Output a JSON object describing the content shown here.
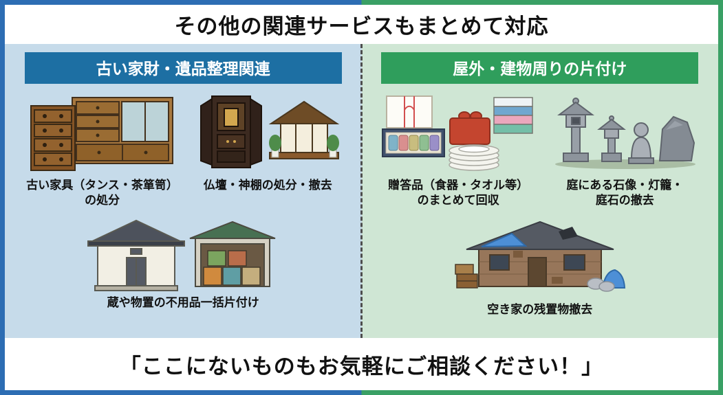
{
  "title": "その他の関連サービスもまとめて対応",
  "footer": "「ここにないものもお気軽にご相談ください！」",
  "left_panel": {
    "title": "古い家財・遺品整理関連",
    "items": [
      {
        "icon": "old-furniture-icon",
        "label": "古い家具（タンス・茶箪笥）\nの処分"
      },
      {
        "icon": "butsudan-kamidana-icon",
        "label": "仏壇・神棚の処分・撤去"
      },
      {
        "icon": "storehouse-shed-icon",
        "label": "蔵や物置の不用品一括片付け"
      }
    ]
  },
  "right_panel": {
    "title": "屋外・建物周りの片付け",
    "items": [
      {
        "icon": "gift-items-icon",
        "label": "贈答品（食器・タオル等）\nのまとめて回収"
      },
      {
        "icon": "stone-garden-icon",
        "label": "庭にある石像・灯籠・\n庭石の撤去"
      },
      {
        "icon": "abandoned-house-icon",
        "label": "空き家の残置物撤去"
      }
    ]
  },
  "colors": {
    "border_left": "#2d6db3",
    "border_right": "#3aa065",
    "left_panel_bg": "#c6dbea",
    "right_panel_bg": "#cfe6d4",
    "left_header_bg": "#1d6fa3",
    "right_header_bg": "#2f9e5c",
    "banner_bg": "#ffffff",
    "text": "#111111"
  }
}
